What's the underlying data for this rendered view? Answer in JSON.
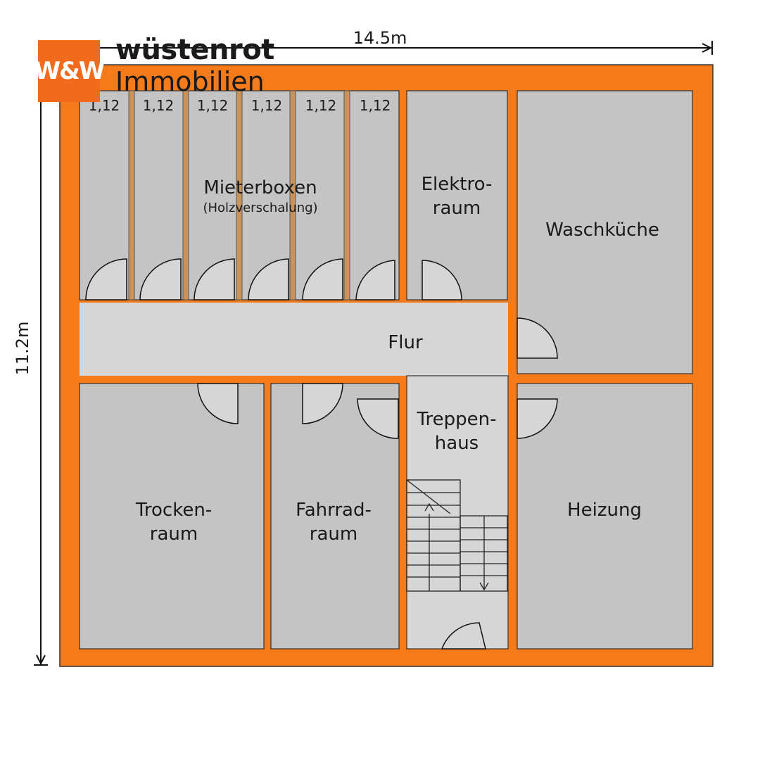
{
  "brand": {
    "logo_text": "W&W",
    "name": "wüstenrot",
    "sub": "Immobilien",
    "accent_color": "#f26a1b"
  },
  "dimensions": {
    "width": "14.5m",
    "height": "11.2m"
  },
  "box_widths": [
    "1,12",
    "1,12",
    "1,12",
    "1,12",
    "1,12",
    "1,12"
  ],
  "rooms": {
    "mieterboxen": "Mieterboxen",
    "mieterboxen_note": "(Holzverschalung)",
    "elektro_1": "Elektro-",
    "elektro_2": "raum",
    "waschkueche": "Waschküche",
    "flur": "Flur",
    "treppen_1": "Treppen-",
    "treppen_2": "haus",
    "trocken_1": "Trocken-",
    "trocken_2": "raum",
    "fahrrad_1": "Fahrrad-",
    "fahrrad_2": "raum",
    "heizung": "Heizung"
  },
  "colors": {
    "wall": "#f47a1a",
    "room": "#c4c4c4",
    "corridor": "#d6d6d6",
    "wood": "#c9935a"
  }
}
